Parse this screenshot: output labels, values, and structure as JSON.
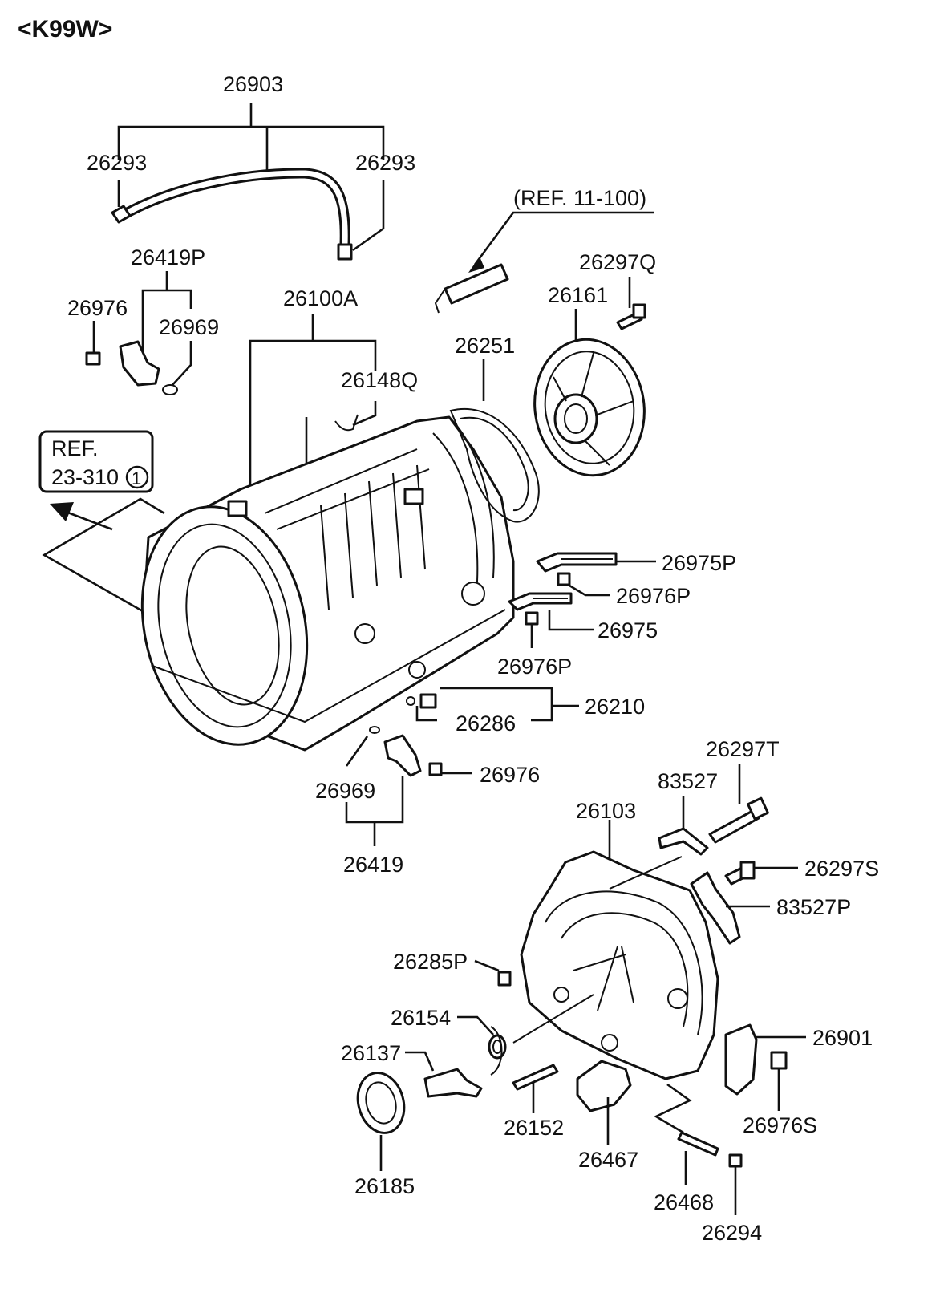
{
  "model_code": "<K99W>",
  "ref_11_100": "(REF. 11-100)",
  "ref_box": {
    "line1": "REF.",
    "line2": "23-310",
    "circle_number": "1"
  },
  "parts": {
    "p26903": "26903",
    "p26293_left": "26293",
    "p26293_right": "26293",
    "p26419P": "26419P",
    "p26976_top": "26976",
    "p26969_top": "26969",
    "p26100A": "26100A",
    "p26148Q": "26148Q",
    "p26251": "26251",
    "p26161": "26161",
    "p26297Q": "26297Q",
    "p26975P": "26975P",
    "p26976P_right": "26976P",
    "p26975": "26975",
    "p26976P_lower": "26976P",
    "p26210": "26210",
    "p26286": "26286",
    "p26976_mid": "26976",
    "p26969_mid": "26969",
    "p26419": "26419",
    "p26297T": "26297T",
    "p83527": "83527",
    "p26103": "26103",
    "p26297S": "26297S",
    "p83527P": "83527P",
    "p26285P": "26285P",
    "p26154": "26154",
    "p26137": "26137",
    "p26901": "26901",
    "p26976S": "26976S",
    "p26152": "26152",
    "p26467": "26467",
    "p26185": "26185",
    "p26468": "26468",
    "p26294": "26294"
  }
}
